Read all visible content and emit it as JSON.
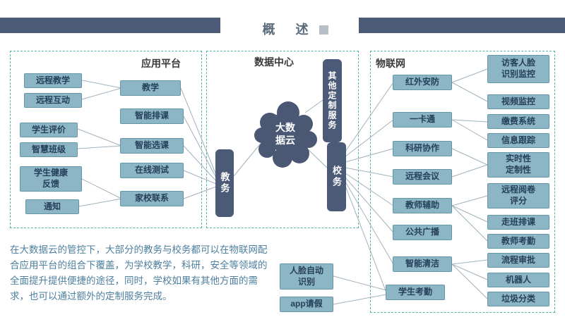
{
  "title": "概 述",
  "sections": {
    "app": {
      "label": "应用平台",
      "left": [
        "远程教学",
        "远程互动",
        "学生评价",
        "智慧班级",
        "学生健康\n反馈",
        "通知"
      ],
      "mid": [
        "教学",
        "智能排课",
        "智能选课",
        "在线测试",
        "家校联系"
      ]
    },
    "data_center": {
      "label": "数据中心",
      "academic": "教务",
      "cloud": "大数\n据云",
      "other": "其他定制服务",
      "school": "校务"
    },
    "iot": {
      "label": "物联网",
      "mid": [
        "红外安防",
        "一卡通",
        "科研协作",
        "远程会议",
        "教师辅助",
        "公共广播",
        "智能清洁",
        "学生考勤"
      ],
      "right": [
        "访客人脸\n识别监控",
        "视频监控",
        "缴费系统",
        "信息跟踪",
        "实时性\n定制性",
        "远程阅卷\n评分",
        "走班排课",
        "教师考勤",
        "流程审批",
        "机器人",
        "垃圾分类"
      ]
    },
    "bottom": [
      "人脸自动\n识别",
      "app请假"
    ]
  },
  "description": "在大数据云的管控下，大部分的教务与校务都可以在物联网配合应用平台的组合下覆盖，为学校教学，科研，安全等领域的全面提升提供便捷的途径，同时，学校如果有其他方面的需求，也可以通过额外的定制服务完成。",
  "colors": {
    "accent_dark": "#4b5a77",
    "node_fill": "#8cb6c6",
    "dashed_border": "#58b0a6",
    "connector_line": "#a0b2bc",
    "description_text": "#4d7f9e"
  }
}
